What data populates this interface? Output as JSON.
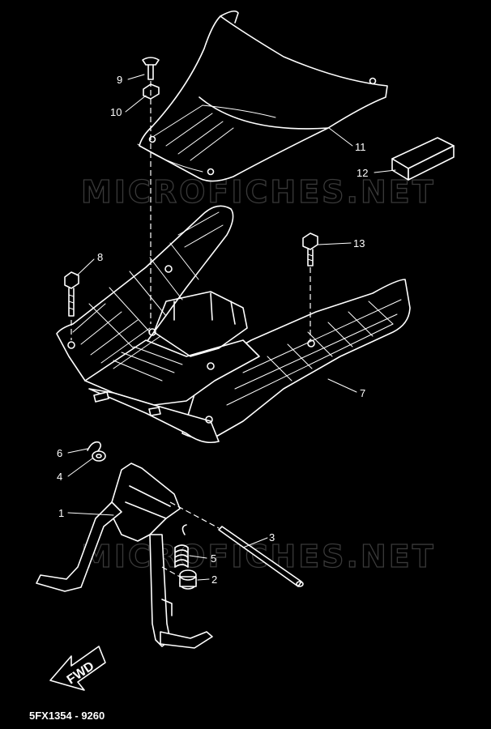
{
  "watermark": "MICROFICHES.NET",
  "drawing_code": "5FX1354 - 9260",
  "direction_label": "FWD",
  "parts": [
    {
      "key": "p1",
      "number": "1",
      "name": "main-stand"
    },
    {
      "key": "p2",
      "number": "2",
      "name": "collar"
    },
    {
      "key": "p3",
      "number": "3",
      "name": "shaft"
    },
    {
      "key": "p4",
      "number": "4",
      "name": "washer"
    },
    {
      "key": "p5",
      "number": "5",
      "name": "spring"
    },
    {
      "key": "p6",
      "number": "6",
      "name": "clip"
    },
    {
      "key": "p7",
      "number": "7",
      "name": "footrest-board"
    },
    {
      "key": "p8",
      "number": "8",
      "name": "bolt"
    },
    {
      "key": "p9",
      "number": "9",
      "name": "screw"
    },
    {
      "key": "p10",
      "number": "10",
      "name": "nut"
    },
    {
      "key": "p11",
      "number": "11",
      "name": "cover"
    },
    {
      "key": "p12",
      "number": "12",
      "name": "pad"
    },
    {
      "key": "p13",
      "number": "13",
      "name": "bolt"
    }
  ]
}
